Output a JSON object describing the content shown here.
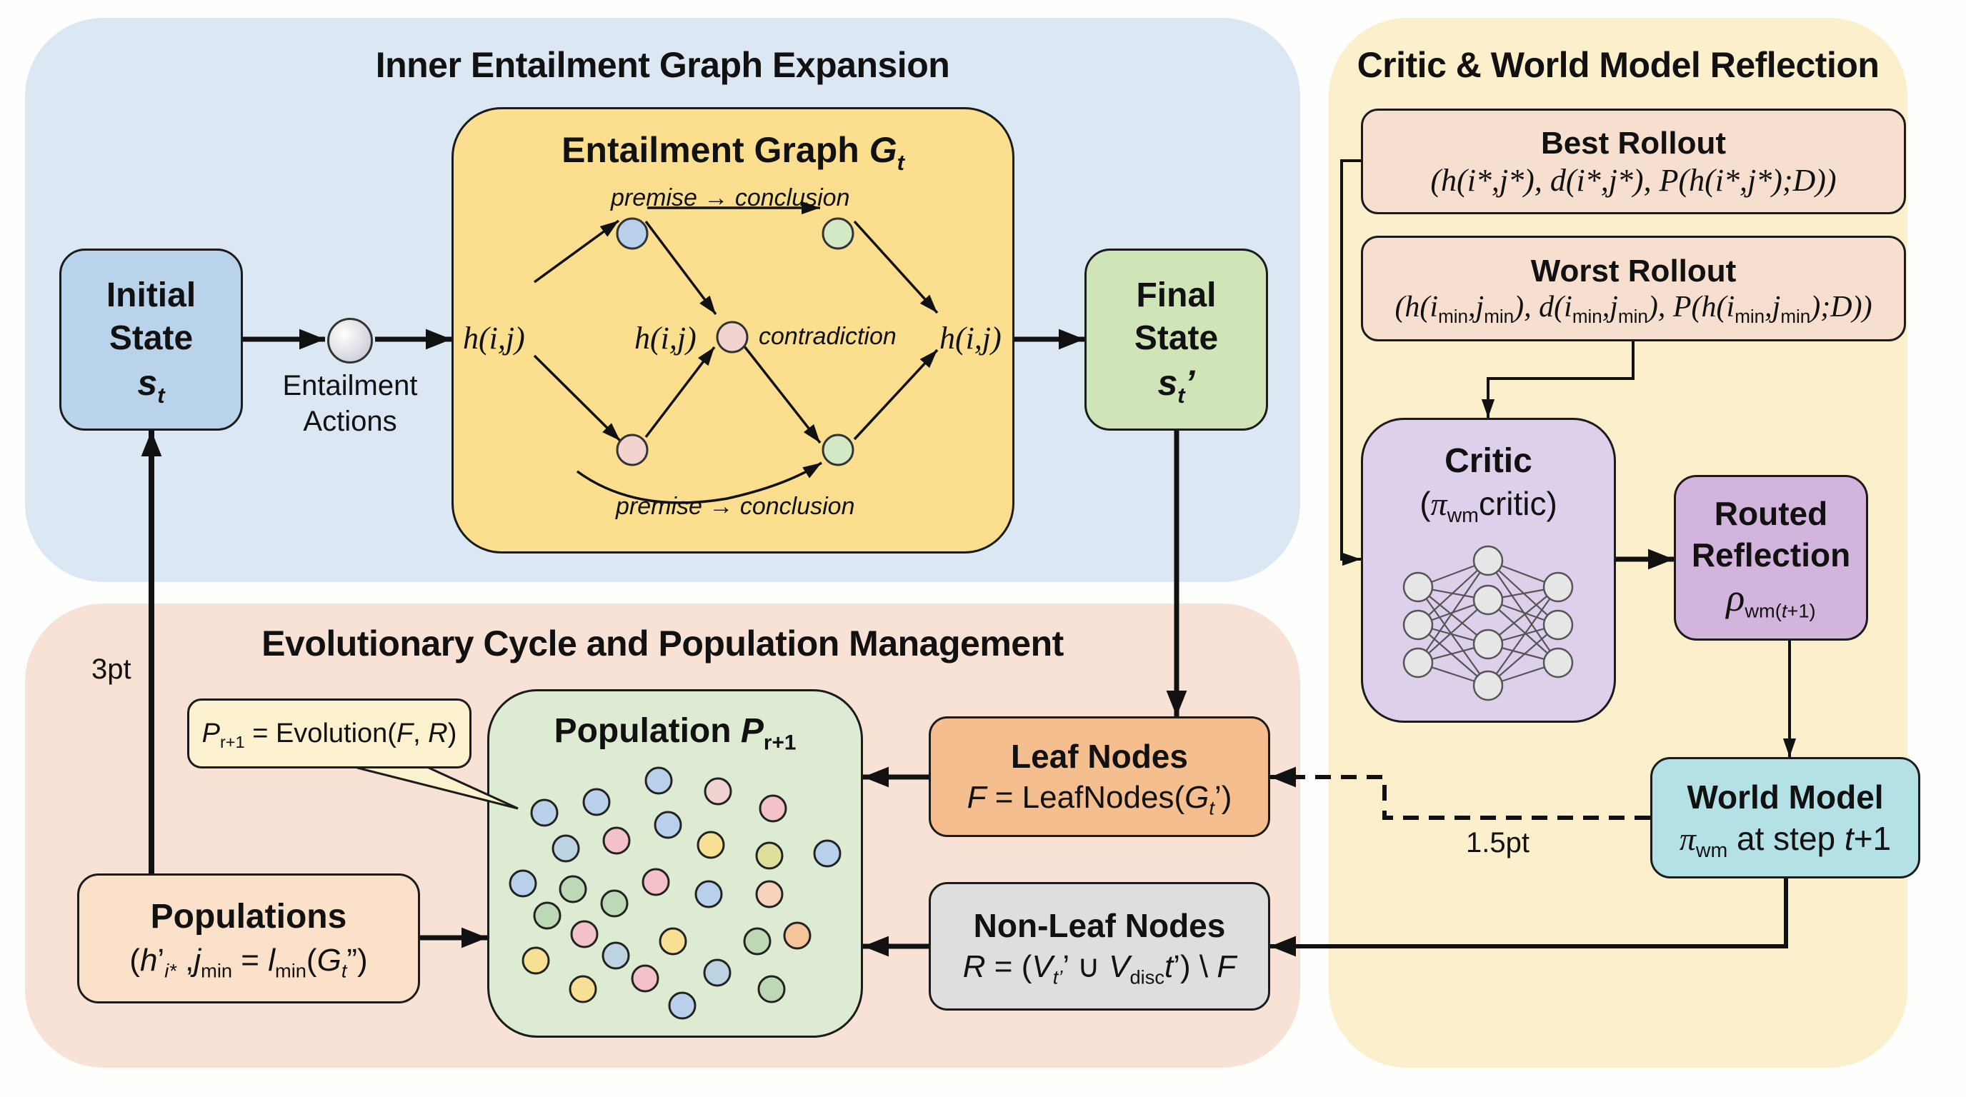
{
  "colors": {
    "panel_inner_graph": "#dbe8f4",
    "panel_evolution": "#f8e2d5",
    "panel_critic": "#fcefcb",
    "initial_state": "#b9d3ea",
    "entailment_graph": "#fbdf8f",
    "final_state": "#cfe5b8",
    "best_rollout": "#f6dfcf",
    "worst_rollout": "#f6dfcf",
    "critic": "#dcd0ea",
    "routed_reflection": "#d2b4dc",
    "world_model": "#b4e1e6",
    "leaf_nodes": "#f5be8e",
    "non_leaf_nodes": "#dedede",
    "population": "#dcebd2",
    "populations": "#fbe1c9",
    "bubble": "#fcf2cf"
  },
  "panels": {
    "inner": {
      "title": "Inner Entailment Graph Expansion"
    },
    "evolution": {
      "title": "Evolutionary Cycle and Population Management"
    },
    "critic": {
      "title": "Critic & World Model Reflection"
    }
  },
  "initial_state": {
    "line1": "Initial",
    "line2": "State",
    "symbol": "s",
    "sub": "t"
  },
  "entailment_actions": {
    "line1": "Entailment",
    "line2": "Actions",
    "icon": "action-node-icon"
  },
  "graph": {
    "title": "Entailment Graph ",
    "title_symbol": "G",
    "title_sub": "t",
    "top_label": "premise → conclusion",
    "bottom_label": "premise → conclusion",
    "contradiction_label": "contradiction",
    "hyp_left": "h(i,j)",
    "hyp_mid": "h(i,j)",
    "hyp_right": "h(i,j)",
    "nodes": [
      {
        "id": "top-left",
        "color": "#b8d0ea"
      },
      {
        "id": "top-right",
        "color": "#d3e8c4"
      },
      {
        "id": "center",
        "color": "#f2d3d0"
      },
      {
        "id": "bottom-left",
        "color": "#f2d3d0"
      },
      {
        "id": "bottom-right",
        "color": "#d3e8c4"
      }
    ]
  },
  "final_state": {
    "line1": "Final",
    "line2": "State",
    "symbol": "s",
    "sub": "t",
    "prime": "’"
  },
  "best_rollout": {
    "title": "Best Rollout",
    "formula": "(h(i*,j*), d(i*,j*), P(h(i*,j*);D))"
  },
  "worst_rollout": {
    "title": "Worst Rollout",
    "formula_parts": [
      "(h(i",
      "min",
      ",j",
      "min",
      "), d(i",
      "min",
      ",j",
      "min",
      "), P(h(i",
      "min",
      ",j",
      "min",
      ");D))"
    ]
  },
  "critic": {
    "title": "Critic",
    "sub_open": "(",
    "pi": "π",
    "pi_sub": "wm",
    "sub_rest": "critic)",
    "icon": "neural-network-icon"
  },
  "routed_reflection": {
    "line1": "Routed",
    "line2": "Reflection",
    "symbol": "ρ",
    "sub_a": "wm(",
    "sub_t": "t",
    "sub_b": "+1)"
  },
  "world_model": {
    "title": "World Model",
    "pi": "π",
    "pi_sub": "wm",
    "rest": " at step ",
    "t": "t",
    "plus": "+1"
  },
  "leaf_nodes": {
    "title": "Leaf Nodes",
    "f": "F",
    "eq": " = LeafNodes(",
    "g": "G",
    "g_sub": "t",
    "close": "’)"
  },
  "non_leaf_nodes": {
    "title": "Non-Leaf Nodes",
    "r": "R",
    "eq": " = (",
    "v1": "V",
    "v1_sub": "t’",
    "union": "’ ∪ ",
    "v2": "V",
    "v2_sub": "disc",
    "t2": "t",
    "tail": "’) \\ ",
    "f": "F"
  },
  "population": {
    "title": "Population ",
    "symbol": "P",
    "sub": "r+1",
    "members": [
      {
        "c": "#b8d0ea"
      },
      {
        "c": "#b8d0ea"
      },
      {
        "c": "#b8d0ea"
      },
      {
        "c": "#eed3d0"
      },
      {
        "c": "#f2c2c8"
      },
      {
        "c": "#bcd4e2"
      },
      {
        "c": "#f2c2c8"
      },
      {
        "c": "#b8d0ea"
      },
      {
        "c": "#f7df94"
      },
      {
        "c": "#dfdf9c"
      },
      {
        "c": "#b8d0ea"
      },
      {
        "c": "#b8d0ea"
      },
      {
        "c": "#bcd8b4"
      },
      {
        "c": "#f2c2c8"
      },
      {
        "c": "#bcd8b4"
      },
      {
        "c": "#b8d0ea"
      },
      {
        "c": "#f7d2bc"
      },
      {
        "c": "#bcd8b4"
      },
      {
        "c": "#f2c2c8"
      },
      {
        "c": "#f7df94"
      },
      {
        "c": "#bcd4e2"
      },
      {
        "c": "#bcd8b4"
      },
      {
        "c": "#f6c49b"
      },
      {
        "c": "#f7df94"
      },
      {
        "c": "#f2c2c8"
      },
      {
        "c": "#bcd4e2"
      },
      {
        "c": "#f7df94"
      },
      {
        "c": "#b8d0ea"
      },
      {
        "c": "#bcd8b4"
      }
    ]
  },
  "bubble": {
    "p": "P",
    "sub": "r+1",
    "eq": " = Evolution(",
    "f": "F",
    "comma": ", ",
    "r": "R",
    "close": ")"
  },
  "populations": {
    "title": "Populations",
    "open": "(",
    "h": "h",
    "prime": "’",
    "sub1": "i*",
    "comma": " ,",
    "j": "j",
    "jsub": "min",
    "eq": " = ",
    "l": "l",
    "lsub": "min",
    "g_open": "(",
    "g": "G",
    "gsub": "t",
    "g_close": "”)"
  },
  "annotations": {
    "feedback_weight": "3pt",
    "dashed_weight": "1.5pt"
  }
}
